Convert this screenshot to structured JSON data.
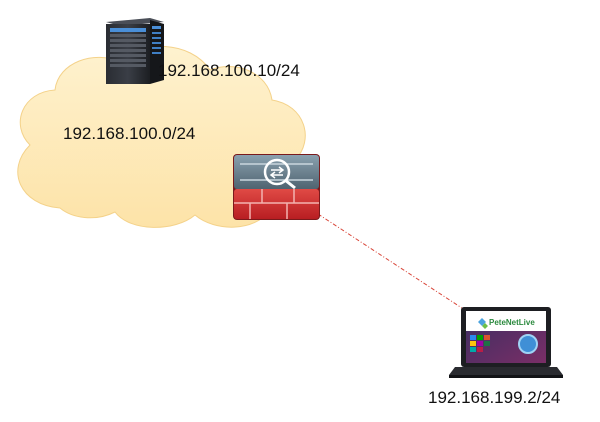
{
  "diagram": {
    "server_ip": "192.168.100.10/24",
    "network_cidr": "192.168.100.0/24",
    "laptop_ip": "192.168.199.2/24",
    "screen_brand": "PeteNetLive",
    "colors": {
      "cloud_fill": "#fde8b5",
      "cloud_stroke": "#f1c970",
      "firewall_top": "#5b6f7c",
      "firewall_bottom": "#c92a2a",
      "link": "#d9473a"
    },
    "icons": {
      "server": "server-rack-icon",
      "cloud": "network-cloud-icon",
      "firewall": "firewall-asa-icon",
      "laptop": "laptop-icon"
    }
  }
}
